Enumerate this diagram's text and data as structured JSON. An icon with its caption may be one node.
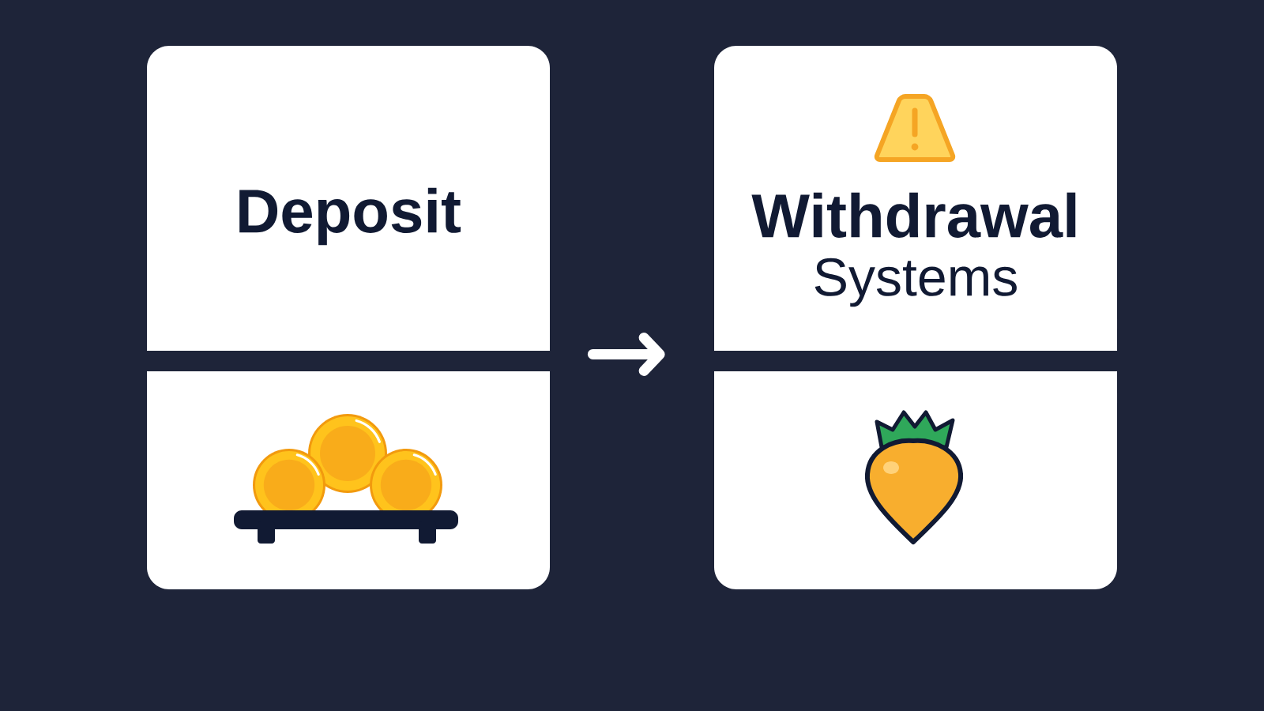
{
  "diagram": {
    "nodes": [
      {
        "text": [
          "Deposit"
        ]
      },
      {
        "text": [],
        "shape": "picture"
      },
      {
        "text": [
          "Withdrawal",
          "Systems"
        ]
      },
      {
        "text": [],
        "shape": "picture"
      }
    ],
    "edges": [
      {
        "from": 0,
        "to": 2,
        "arrow": "to"
      }
    ]
  }
}
